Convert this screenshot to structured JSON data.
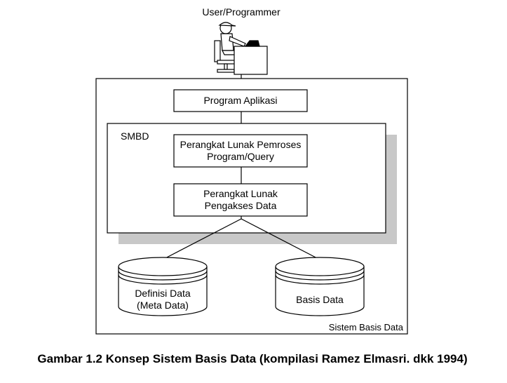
{
  "diagram": {
    "user_label": "User/Programmer",
    "program_aplikasi": "Program Aplikasi",
    "smbd_label": "SMBD",
    "pemroses_line1": "Perangkat Lunak Pemroses",
    "pemroses_line2": "Program/Query",
    "pengakses_line1": "Perangkat Lunak",
    "pengakses_line2": "Pengakses Data",
    "definisi_line1": "Definisi Data",
    "definisi_line2": "(Meta Data)",
    "basis_data": "Basis Data",
    "sistem_label": "Sistem Basis Data"
  },
  "caption": "Gambar 1.2 Konsep Sistem Basis Data (kompilasi Ramez Elmasri. dkk 1994)",
  "colors": {
    "shadow": "#c8c8c8",
    "stroke": "#000000",
    "background": "#ffffff"
  }
}
